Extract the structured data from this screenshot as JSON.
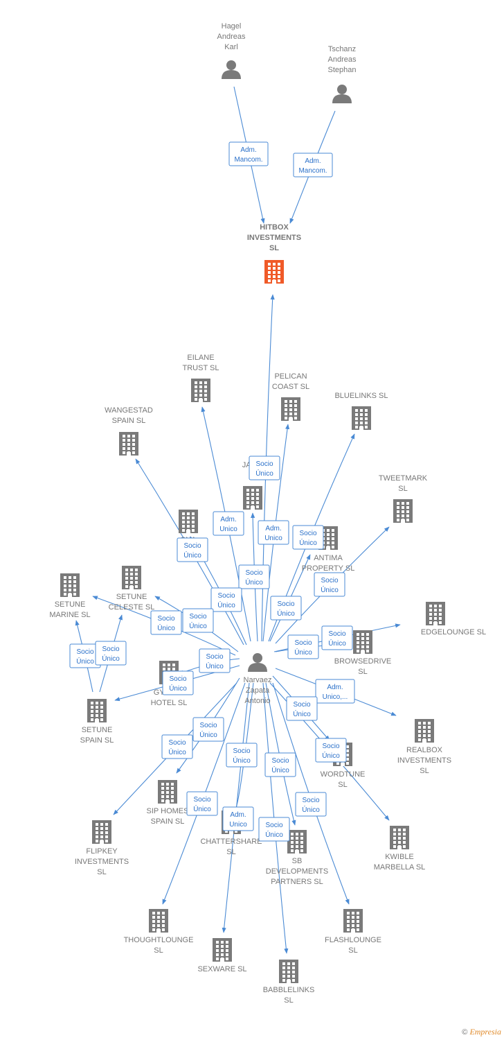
{
  "footer": {
    "copyright": "©",
    "brand": "Empresia"
  },
  "colors": {
    "edge": "#4a8ad4",
    "edge_text": "#2a70c9",
    "node": "#7a7a7a",
    "primary": "#f05a28"
  },
  "nodes": [
    {
      "id": "hagel",
      "type": "person",
      "lines": [
        "Hagel",
        "Andreas",
        "Karl"
      ]
    },
    {
      "id": "tschanz",
      "type": "person",
      "lines": [
        "Tschanz",
        "Andreas",
        "Stephan"
      ]
    },
    {
      "id": "hitbox",
      "type": "company",
      "primary": true,
      "lines": [
        "HITBOX",
        "INVESTMENTS",
        "SL"
      ]
    },
    {
      "id": "narvaez",
      "type": "person",
      "lines": [
        "Narvaez",
        "Zapata",
        "Antonio"
      ]
    },
    {
      "id": "eilane",
      "type": "company",
      "lines": [
        "EILANE",
        "TRUST SL"
      ]
    },
    {
      "id": "pelican",
      "type": "company",
      "lines": [
        "PELICAN",
        "COAST SL"
      ]
    },
    {
      "id": "bluelinks",
      "type": "company",
      "lines": [
        "BLUELINKS SL"
      ]
    },
    {
      "id": "wangestad",
      "type": "company",
      "lines": [
        "WANGESTAD",
        "SPAIN SL"
      ]
    },
    {
      "id": "jabbi",
      "type": "company",
      "lines": [
        "JABBI",
        "S"
      ]
    },
    {
      "id": "tweetmark",
      "type": "company",
      "lines": [
        "TWEETMARK",
        "SL"
      ]
    },
    {
      "id": "snap",
      "type": "company",
      "lines": [
        "SNA",
        "E"
      ]
    },
    {
      "id": "antima",
      "type": "company",
      "lines": [
        "ANTIMA",
        "PROPERTY SL"
      ]
    },
    {
      "id": "setune_marine",
      "type": "company",
      "lines": [
        "SETUNE",
        "MARINE SL"
      ]
    },
    {
      "id": "setune_celeste",
      "type": "company",
      "lines": [
        "SETUNE",
        "CELESTE SL"
      ]
    },
    {
      "id": "edgelounge",
      "type": "company",
      "lines": [
        "EDGELOUNGE SL"
      ]
    },
    {
      "id": "browsedrive",
      "type": "company",
      "lines": [
        "BROWSEDRIVE",
        "SL"
      ]
    },
    {
      "id": "gypset",
      "type": "company",
      "lines": [
        "GYPSET",
        "HOTEL SL"
      ]
    },
    {
      "id": "setune_spain",
      "type": "company",
      "lines": [
        "SETUNE",
        "SPAIN SL"
      ]
    },
    {
      "id": "realbox",
      "type": "company",
      "lines": [
        "REALBOX",
        "INVESTMENTS",
        "SL"
      ]
    },
    {
      "id": "wordtune",
      "type": "company",
      "lines": [
        "WORDTUNE",
        "SL"
      ]
    },
    {
      "id": "siphomes",
      "type": "company",
      "lines": [
        "SIP HOMES",
        "SPAIN SL"
      ]
    },
    {
      "id": "flipkey",
      "type": "company",
      "lines": [
        "FLIPKEY",
        "INVESTMENTS",
        "SL"
      ]
    },
    {
      "id": "chattershare",
      "type": "company",
      "lines": [
        "CHATTERSHARE",
        "SL"
      ]
    },
    {
      "id": "sbdev",
      "type": "company",
      "lines": [
        "SB",
        "DEVELOPMENTS",
        "PARTNERS SL"
      ]
    },
    {
      "id": "kwible",
      "type": "company",
      "lines": [
        "KWIBLE",
        "MARBELLA SL"
      ]
    },
    {
      "id": "thoughtlounge",
      "type": "company",
      "lines": [
        "THOUGHTLOUNGE",
        "SL"
      ]
    },
    {
      "id": "flashlounge",
      "type": "company",
      "lines": [
        "FLASHLOUNGE",
        "SL"
      ]
    },
    {
      "id": "sexware",
      "type": "company",
      "lines": [
        "SEXWARE SL"
      ]
    },
    {
      "id": "babblelinks",
      "type": "company",
      "lines": [
        "BABBLELINKS",
        "SL"
      ]
    }
  ],
  "edges": [
    {
      "from": "hagel",
      "to": "hitbox",
      "label": [
        "Adm.",
        "Mancom."
      ]
    },
    {
      "from": "tschanz",
      "to": "hitbox",
      "label": [
        "Adm.",
        "Mancom."
      ]
    },
    {
      "from": "narvaez",
      "to": "hitbox",
      "label": [
        "Socio",
        "Único"
      ]
    },
    {
      "from": "narvaez",
      "to": "eilane",
      "label": [
        "Adm.",
        "Unico"
      ]
    },
    {
      "from": "narvaez",
      "to": "pelican",
      "label": [
        "Adm.",
        "Unico"
      ]
    },
    {
      "from": "narvaez",
      "to": "bluelinks",
      "label": [
        "Socio",
        "Único"
      ]
    },
    {
      "from": "narvaez",
      "to": "wangestad",
      "label": [
        "Socio",
        "Único"
      ]
    },
    {
      "from": "narvaez",
      "to": "jabbi",
      "label": [
        "Socio",
        "Único"
      ]
    },
    {
      "from": "narvaez",
      "to": "tweetmark",
      "label": [
        "Socio",
        "Único"
      ]
    },
    {
      "from": "narvaez",
      "to": "snap",
      "label": [
        "Socio",
        "Único"
      ]
    },
    {
      "from": "narvaez",
      "to": "antima",
      "label": [
        "Socio",
        "Único"
      ]
    },
    {
      "from": "narvaez",
      "to": "setune_celeste",
      "label": [
        "Socio",
        "Único"
      ]
    },
    {
      "from": "narvaez",
      "to": "setune_marine",
      "label": [
        "Socio",
        "Único"
      ]
    },
    {
      "from": "narvaez",
      "to": "edgelounge",
      "label": [
        "Socio",
        "Único"
      ]
    },
    {
      "from": "narvaez",
      "to": "browsedrive",
      "label": [
        "Socio",
        "Único"
      ]
    },
    {
      "from": "narvaez",
      "to": "gypset",
      "label": [
        "Socio",
        "Único"
      ]
    },
    {
      "from": "narvaez",
      "to": "setune_spain",
      "label": [
        "Socio",
        "Único"
      ]
    },
    {
      "from": "setune_spain",
      "to": "setune_marine",
      "label": [
        "Socio",
        "Único"
      ]
    },
    {
      "from": "setune_spain",
      "to": "setune_celeste",
      "label": [
        "Socio",
        "Único"
      ]
    },
    {
      "from": "narvaez",
      "to": "realbox",
      "label": [
        "Adm.",
        "Unico,..."
      ]
    },
    {
      "from": "narvaez",
      "to": "wordtune",
      "label": [
        "Socio",
        "Único"
      ]
    },
    {
      "from": "narvaez",
      "to": "kwible",
      "label": [
        "Socio",
        "Único"
      ]
    },
    {
      "from": "narvaez",
      "to": "siphomes",
      "label": [
        "Socio",
        "Único"
      ]
    },
    {
      "from": "narvaez",
      "to": "flipkey",
      "label": [
        "Socio",
        "Único"
      ]
    },
    {
      "from": "narvaez",
      "to": "chattershare",
      "label": [
        "Adm.",
        "Unico"
      ]
    },
    {
      "from": "narvaez",
      "to": "sbdev",
      "label": [
        "Socio",
        "Único"
      ]
    },
    {
      "from": "narvaez",
      "to": "thoughtlounge",
      "label": [
        "Socio",
        "Único"
      ]
    },
    {
      "from": "narvaez",
      "to": "sexware",
      "label": [
        "Socio",
        "Único"
      ]
    },
    {
      "from": "narvaez",
      "to": "babblelinks",
      "label": [
        "Socio",
        "Único"
      ]
    },
    {
      "from": "narvaez",
      "to": "flashlounge",
      "label": [
        "Socio",
        "Único"
      ]
    }
  ]
}
